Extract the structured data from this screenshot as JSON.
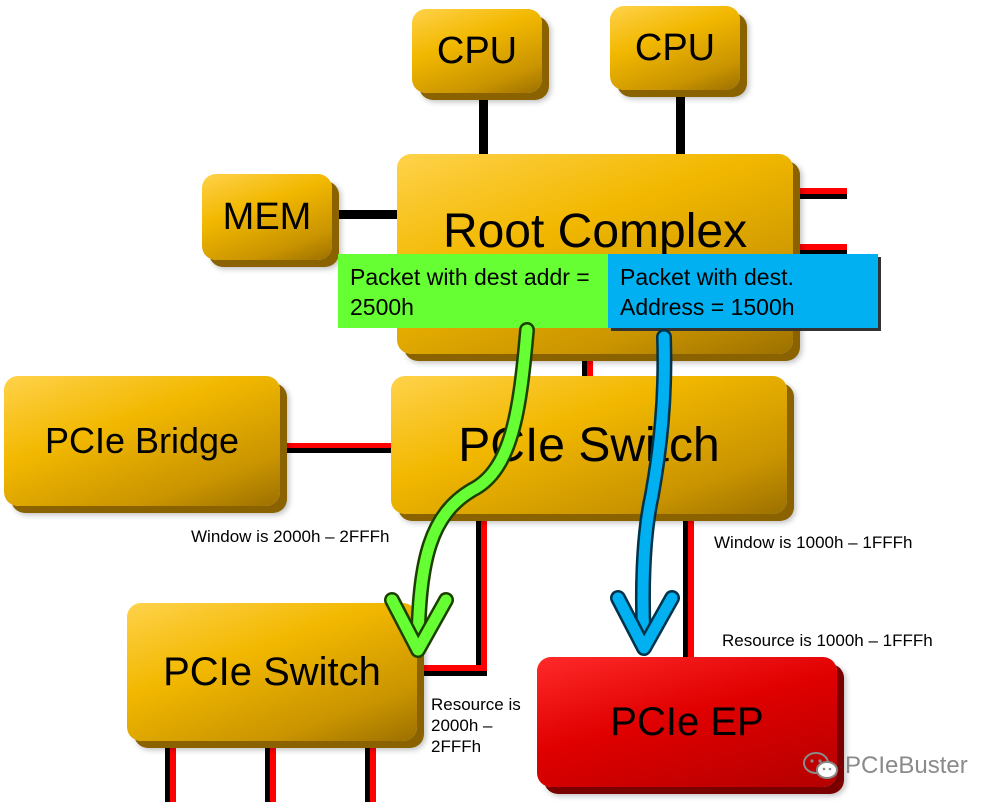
{
  "nodes": {
    "cpu_left": "CPU",
    "cpu_right": "CPU",
    "mem": "MEM",
    "root_complex": "Root Complex",
    "pcie_bridge": "PCIe Bridge",
    "pcie_switch_upper": "PCIe Switch",
    "pcie_switch_lower": "PCIe Switch",
    "pcie_ep": "PCIe EP"
  },
  "packets": {
    "green": "Packet with dest addr = 2500h",
    "blue": "Packet with dest. Address = 1500h"
  },
  "annotations": {
    "window_left": "Window is 2000h – 2FFFh",
    "window_right": "Window is 1000h – 1FFFh",
    "resource_right": "Resource is 1000h – 1FFFh",
    "resource_left": "Resource is 2000h – 2FFFh"
  },
  "watermark": "PCIeBuster",
  "colors": {
    "box_gold": "#f2b800",
    "box_red": "#e00000",
    "wire_red": "#ff0000",
    "packet_green": "#66ff33",
    "packet_blue": "#00b0f0",
    "arrow_green": "#66ff33",
    "arrow_blue": "#00b0f0"
  },
  "icons": {
    "watermark_logo": "wechat-icon"
  }
}
